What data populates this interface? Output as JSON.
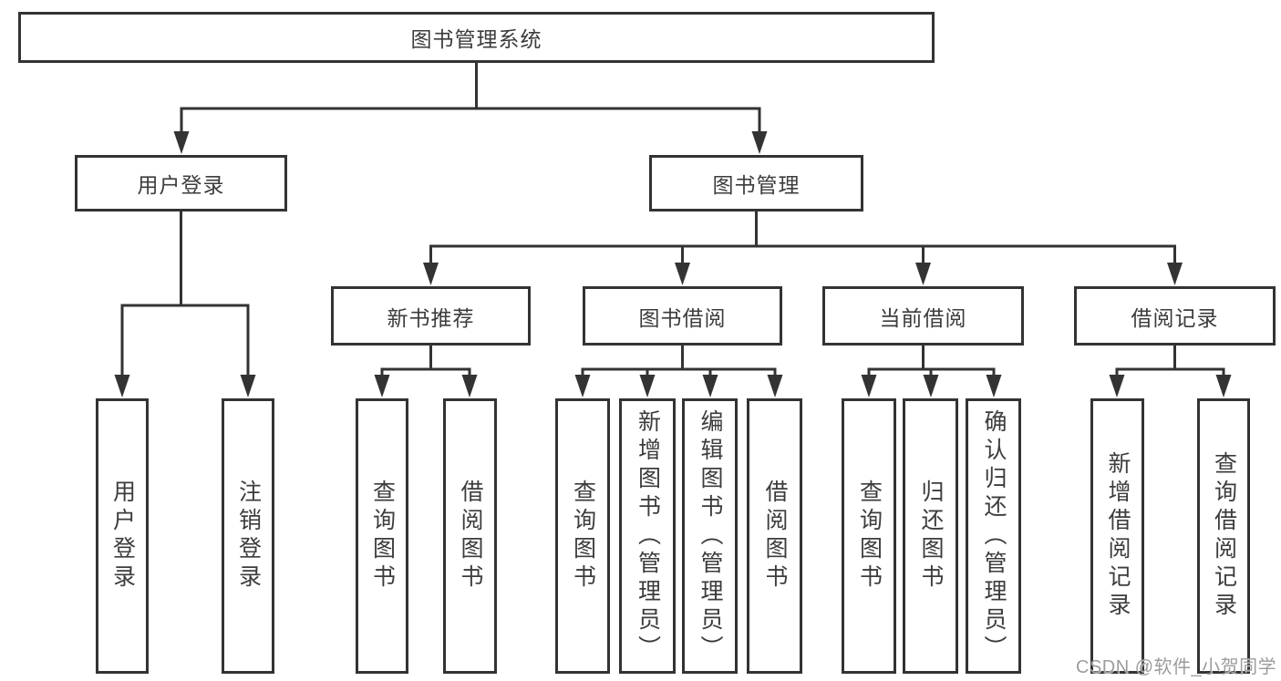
{
  "root": {
    "label": "图书管理系统"
  },
  "branches": [
    {
      "label": "用户登录",
      "leaves": [
        "用户登录",
        "注销登录"
      ]
    },
    {
      "label": "图书管理"
    }
  ],
  "modules": [
    {
      "label": "新书推荐",
      "leaves": [
        "查询图书",
        "借阅图书"
      ]
    },
    {
      "label": "图书借阅",
      "leaves": [
        "查询图书",
        "新增图书（管理员）",
        "编辑图书（管理员）",
        "借阅图书"
      ]
    },
    {
      "label": "当前借阅",
      "leaves": [
        "查询图书",
        "归还图书",
        "确认归还（管理员）"
      ]
    },
    {
      "label": "借阅记录",
      "leaves": [
        "新增借阅记录",
        "查询借阅记录"
      ]
    }
  ],
  "watermark": "CSDN @软件_小贺同学",
  "colors": {
    "line": "#333333",
    "text": "#3c3c3c",
    "watermark": "#9c9c9c",
    "background": "#ffffff"
  }
}
